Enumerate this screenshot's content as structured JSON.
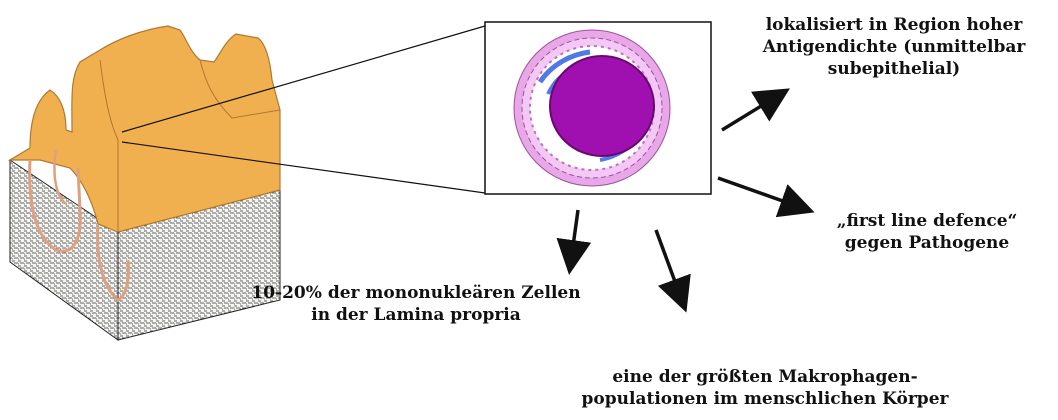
{
  "colors": {
    "tissue_top": "#f0b050",
    "tissue_edge": "#b07830",
    "gland_outline": "#e0a080",
    "stroma": "#f4f4f0",
    "inset_border": "#111111",
    "cell_ring": "#e080e0",
    "cell_ring_dark": "#a050a0",
    "nucleus": "#a010b0",
    "nucleus_edge": "#6a0870",
    "vesicle_blue": "#4f78e8",
    "arrow": "#111111"
  },
  "icons": {
    "tissue": "intestinal-mucosa-block",
    "cell": "macrophage-cell"
  },
  "annotations": {
    "location": {
      "lines": [
        "lokalisiert in Region hoher",
        "Antigendichte (unmittelbar",
        "subepithelial)"
      ]
    },
    "defence": {
      "lines": [
        "„first line defence“",
        "gegen Pathogene"
      ]
    },
    "percent": {
      "lines": [
        "10-20% der mononukleären Zellen",
        "in der Lamina propria"
      ]
    },
    "population": {
      "lines": [
        "eine der größten Makrophagen-",
        "populationen im menschlichen Körper"
      ]
    }
  }
}
